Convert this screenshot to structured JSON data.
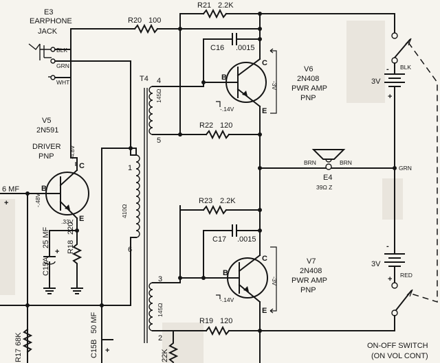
{
  "components": {
    "e3": {
      "ref": "E3",
      "line1": "EARPHONE",
      "line2": "JACK",
      "blk": "BLK",
      "grn": "GRN",
      "wht": "WHT"
    },
    "v5": {
      "ref": "V5",
      "part": "2N591",
      "role": "DRIVER",
      "type": "PNP",
      "vc": "-4.8V",
      "vb": "-.48V",
      "ve": ".33V"
    },
    "v6": {
      "ref": "V6",
      "part": "2N408",
      "role": "PWR AMP",
      "type": "PNP",
      "vce": "-3V",
      "vb": "-.14V"
    },
    "v7": {
      "ref": "V7",
      "part": "2N408",
      "role": "PWR AMP",
      "type": "PNP",
      "vce": "-3V",
      "vb": "-.14V"
    },
    "r20": "R20",
    "r20_val": "100",
    "r21": "R21",
    "r21_val": "2.2K",
    "r22": "R22",
    "r22_val": "120",
    "r23": "R23",
    "r23_val": "2.2K",
    "r19": "R19",
    "r19_val": "120",
    "r18": "R18",
    "r18_val": "220",
    "r17": "R17",
    "r17_val": "68K",
    "r_bot": "22K",
    "c16": "C16",
    "c16_val": ".0015",
    "c17": "C17",
    "c17_val": ".0015",
    "c15a": "C15A",
    "c15a_val": "25 MF",
    "c15b": "C15B",
    "c15b_val": "50 MF",
    "c_left": "6 MF",
    "t4": {
      "ref": "T4",
      "pin_top_sec": "4",
      "pin_bot_sec": "5",
      "pin_prim_top": "1",
      "pin_prim_bot": "6",
      "pin_low_top": "3",
      "pin_low_bot": "2",
      "sec_ohms": "145Ω",
      "prim_ohms": "410Ω",
      "low_ohms": "145Ω"
    },
    "e4": {
      "ref": "E4",
      "imp": "39Ω Z",
      "brn_left": "BRN",
      "brn_right": "BRN"
    },
    "grn_node": "GRN",
    "batt_top": {
      "volts": "3V",
      "sign_minus": "-",
      "sign_plus": "+",
      "lead": "BLK"
    },
    "batt_bot": {
      "volts": "3V",
      "sign_minus": "-",
      "sign_plus": "+",
      "lead": "RED"
    },
    "switch": {
      "line1": "ON-OFF SWITCH",
      "line2": "(ON VOL CONT)"
    },
    "pins": {
      "b": "B",
      "c": "C",
      "e": "E"
    }
  }
}
